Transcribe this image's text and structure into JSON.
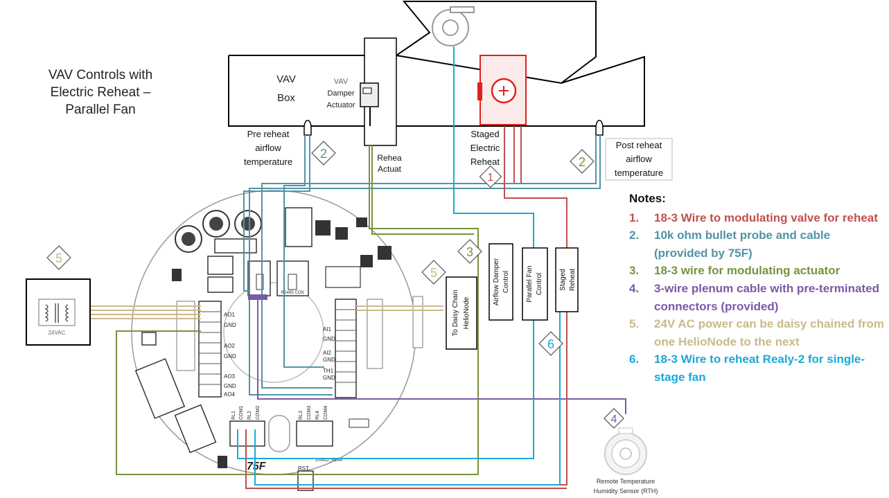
{
  "title": {
    "line1": "VAV Controls with",
    "line2": "Electric Reheat –",
    "line3": "Parallel Fan"
  },
  "labels": {
    "vav_box_line1": "VAV",
    "vav_box_line2": "Box",
    "damper_actuator_line1": "VAV",
    "damper_actuator_line2": "Damper",
    "damper_actuator_line3": "Actuator",
    "pre_reheat_line1": "Pre reheat",
    "pre_reheat_line2": "airflow",
    "pre_reheat_line3": "temperature",
    "post_reheat_line1": "Post reheat",
    "post_reheat_line2": "airflow",
    "post_reheat_line3": "temperature",
    "staged_electric_line1": "Staged",
    "staged_electric_line2": "Electric",
    "staged_electric_line3": "Reheat",
    "reheat_actuator_line1": "Rehea",
    "reheat_actuator_line2": "Actuat",
    "transformer": "24VAC",
    "daisy_chain_line1": "To Daisy Chain",
    "daisy_chain_line2": "HelioNode",
    "airflow_damper_line1": "Airflow Damper",
    "airflow_damper_line2": "Control",
    "parallel_fan_line1": "Parallel Fan",
    "parallel_fan_line2": "Control",
    "staged_reheat_line1": "Staged",
    "staged_reheat_line2": "Reheat",
    "rth_line1": "Remote Temperature",
    "rth_line2": "Humidity Sensor (RTH)",
    "board_logo": "75F",
    "board_rev": "100412_REVA",
    "rst": "RST",
    "port_rs485": "RS485 CON",
    "board_pins_left": [
      "AO1",
      "GND",
      "AO2",
      "GND",
      "AO3",
      "GND",
      "AO4"
    ],
    "board_pins_right": [
      "AI1",
      "GND",
      "AI2",
      "GND",
      "TH1",
      "GND"
    ],
    "relay_labels": [
      "RL1",
      "COM1",
      "RL2",
      "COM2",
      "RL3",
      "COM3",
      "RL4",
      "COM4"
    ]
  },
  "badges": {
    "b2_left": "2",
    "b2_right": "2",
    "b1": "1",
    "b3": "3",
    "b4": "4",
    "b5_left": "5",
    "b5_right": "5",
    "b6": "6"
  },
  "notes": {
    "heading": "Notes:",
    "items": [
      {
        "num": "1.",
        "text": "18-3 Wire to modulating  valve for reheat"
      },
      {
        "num": "2.",
        "text": "10k ohm bullet probe and cable (provided by 75F)"
      },
      {
        "num": "3.",
        "text": "18-3 wire for modulating  actuator"
      },
      {
        "num": "4.",
        "text": "3-wire plenum cable with pre-terminated connectors (provided)"
      },
      {
        "num": "5.",
        "text": "24V AC power can be daisy chained from one HelioNode to the next"
      },
      {
        "num": "6.",
        "text": "18-3 Wire to reheat Realy-2 for single-stage fan"
      }
    ]
  },
  "colors": {
    "note1": "#c0504d",
    "note2": "#4f94a6",
    "note3": "#77933c",
    "note4": "#7a5aa5",
    "note5": "#c9b98a",
    "note6": "#1aa9d8",
    "reheat_coil": "#e02020",
    "outline": "#000000"
  }
}
